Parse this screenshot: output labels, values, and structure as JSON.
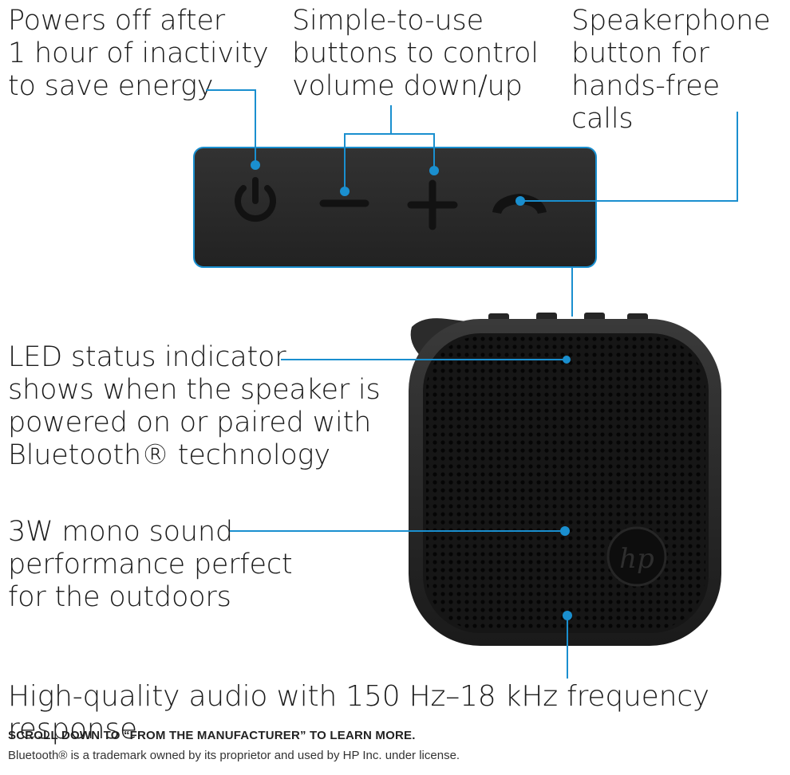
{
  "callouts": {
    "power": "Powers off after\n1 hour of inactivity\nto save energy",
    "volume": "Simple-to-use\nbuttons to control\nvolume down/up",
    "speakerphone": "Speakerphone\nbutton for\nhands-free calls",
    "led": "LED status indicator\nshows when the speaker is\npowered on or paired with\nBluetooth® technology",
    "sound": "3W mono sound\nperformance perfect\nfor the outdoors",
    "audio": "High-quality audio with 150 Hz–18 kHz frequency response"
  },
  "footer": {
    "scroll_note": "SCROLL DOWN TO “FROM THE MANUFACTURER” TO LEARN MORE.",
    "trademark": "Bluetooth® is a trademark owned by its proprietor and used by HP Inc. under license."
  },
  "logo_text": "hp",
  "colors": {
    "accent": "#1a8fcf",
    "panel": "#2a2a2a",
    "speaker": "#1e1e1e"
  },
  "icons": [
    "power-icon",
    "minus-icon",
    "plus-icon",
    "phone-icon",
    "hp-logo"
  ]
}
